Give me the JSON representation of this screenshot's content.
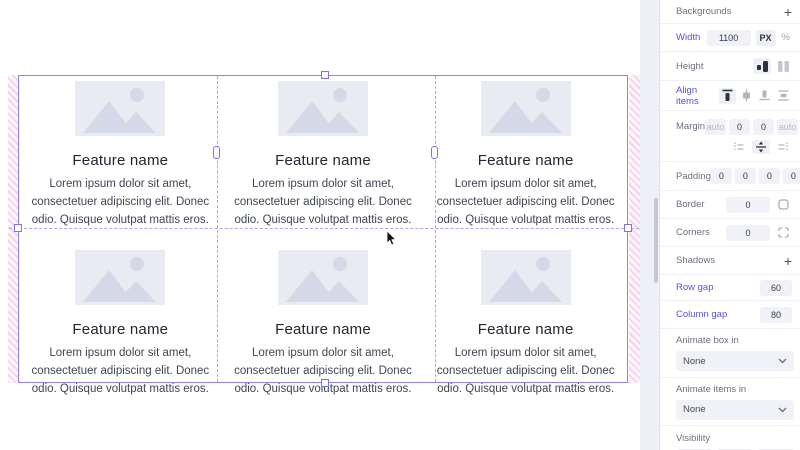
{
  "icons": {
    "plus": "+"
  },
  "canvas": {
    "cards": [
      {
        "title": "Feature name",
        "body": "Lorem ipsum dolor sit amet, consectetuer adipiscing elit. Donec odio. Quisque volutpat mattis eros."
      },
      {
        "title": "Feature name",
        "body": "Lorem ipsum dolor sit amet, consectetuer adipiscing elit. Donec odio. Quisque volutpat mattis eros."
      },
      {
        "title": "Feature name",
        "body": "Lorem ipsum dolor sit amet, consectetuer adipiscing elit. Donec odio. Quisque volutpat mattis eros."
      },
      {
        "title": "Feature name",
        "body": "Lorem ipsum dolor sit amet, consectetuer adipiscing elit. Donec odio. Quisque volutpat mattis eros."
      },
      {
        "title": "Feature name",
        "body": "Lorem ipsum dolor sit amet, consectetuer adipiscing elit. Donec odio. Quisque volutpat mattis eros."
      },
      {
        "title": "Feature name",
        "body": "Lorem ipsum dolor sit amet, consectetuer adipiscing elit. Donec odio. Quisque volutpat mattis eros."
      }
    ]
  },
  "sidebar": {
    "backgrounds_label": "Backgrounds",
    "width": {
      "label": "Width",
      "value": "1100",
      "unit_px": "PX",
      "unit_percent": "%"
    },
    "height_label": "Height",
    "align_items_label": "Align items",
    "margin": {
      "label": "Margin",
      "values": [
        "auto",
        "0",
        "0",
        "auto"
      ]
    },
    "padding": {
      "label": "Padding",
      "values": [
        "0",
        "0",
        "0",
        "0"
      ]
    },
    "border": {
      "label": "Border",
      "value": "0"
    },
    "corners": {
      "label": "Corners",
      "value": "0"
    },
    "shadows_label": "Shadows",
    "row_gap": {
      "label": "Row gap",
      "value": "60"
    },
    "column_gap": {
      "label": "Column gap",
      "value": "80"
    },
    "animate_box": {
      "label": "Animate box in",
      "value": "None"
    },
    "animate_items": {
      "label": "Animate items in",
      "value": "None"
    },
    "visibility_label": "Visibility"
  },
  "colors": {
    "accent_purple": "#5751e0",
    "selection_border": "#8b82f0",
    "guide_dash": "#aba4f1",
    "margin_hatch_pink": "#f3cdea",
    "placeholder_bg": "#e9ebf3",
    "placeholder_shape": "#d5d8e6"
  }
}
